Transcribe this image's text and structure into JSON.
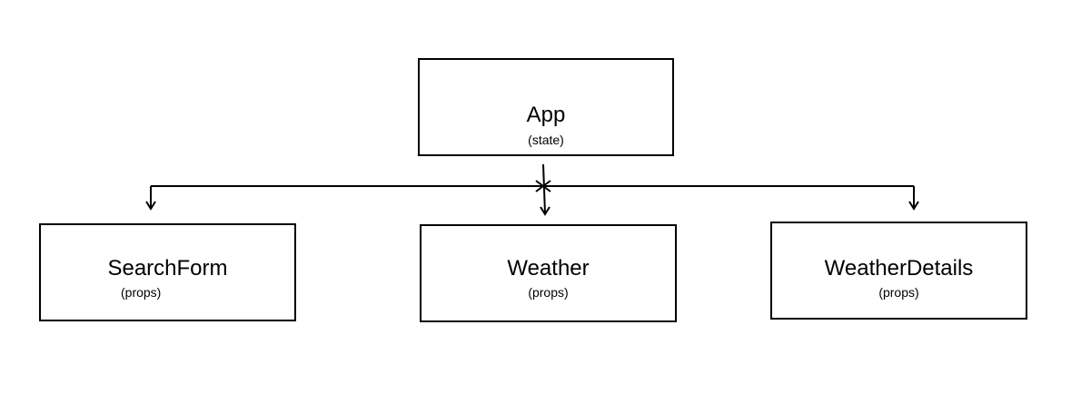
{
  "diagram": {
    "root": {
      "title": "App",
      "subtitle": "(state)"
    },
    "children": [
      {
        "title": "SearchForm",
        "subtitle": "(props)"
      },
      {
        "title": "Weather",
        "subtitle": "(props)"
      },
      {
        "title": "WeatherDetails",
        "subtitle": "(props)"
      }
    ],
    "line_color": "#000000"
  }
}
